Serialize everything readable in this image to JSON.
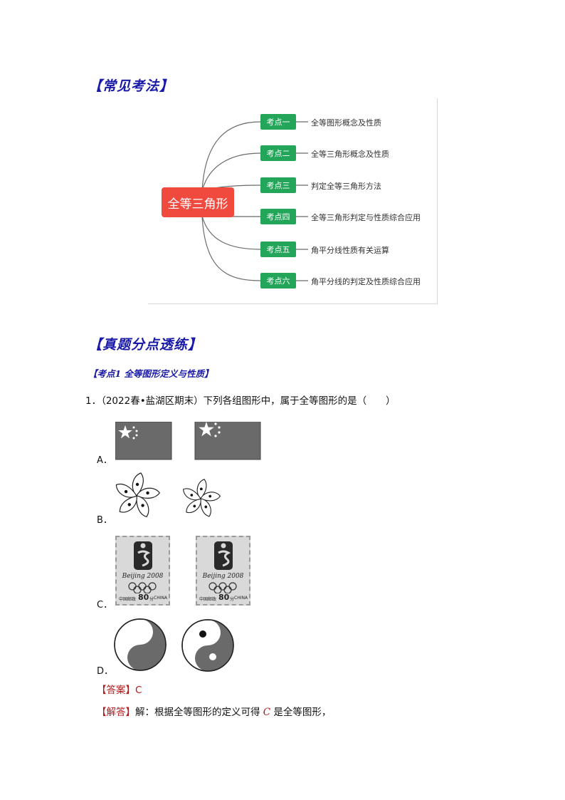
{
  "section1": {
    "title": "【常见考法】"
  },
  "mindmap": {
    "root": "全等三角形",
    "nodes": [
      {
        "label": "考点一",
        "text": "全等图形概念及性质"
      },
      {
        "label": "考点二",
        "text": "全等三角形概念及性质"
      },
      {
        "label": "考点三",
        "text": "判定全等三角形方法"
      },
      {
        "label": "考点四",
        "text": "全等三角形判定与性质综合应用"
      },
      {
        "label": "考点五",
        "text": "角平分线性质有关运算"
      },
      {
        "label": "考点六",
        "text": "角平分线的判定及性质综合应用"
      }
    ],
    "colors": {
      "root": "#f04a3e",
      "node": "#23a65a",
      "line": "#6b6b6b"
    }
  },
  "section2": {
    "title": "【真题分点透练】"
  },
  "kaodian1": {
    "title": "【考点1  全等图形定义与性质】"
  },
  "question1": {
    "number": "1．",
    "source": "（2022春•盐湖区期末）",
    "stem": "下列各组图形中，属于全等图形的是（　　）",
    "options": [
      {
        "label": "A．",
        "figure": "china-flag-pair-icon"
      },
      {
        "label": "B．",
        "figure": "bauhinia-flower-pair-icon"
      },
      {
        "label": "C．",
        "figure": "beijing-2008-stamp-pair-icon"
      },
      {
        "label": "D．",
        "figure": "yin-yang-pair-icon"
      }
    ],
    "stamp_text": {
      "city": "Beijing 2008",
      "left": "中国邮政",
      "value": "80",
      "unit": "分",
      "right": "CHINA"
    }
  },
  "answer": {
    "tag": "【答案】",
    "value": "C",
    "explain_tag": "【解答】",
    "explain_pre": "解：根据全等图形的定义可得 ",
    "explain_var": "C",
    "explain_post": " 是全等图形，"
  }
}
